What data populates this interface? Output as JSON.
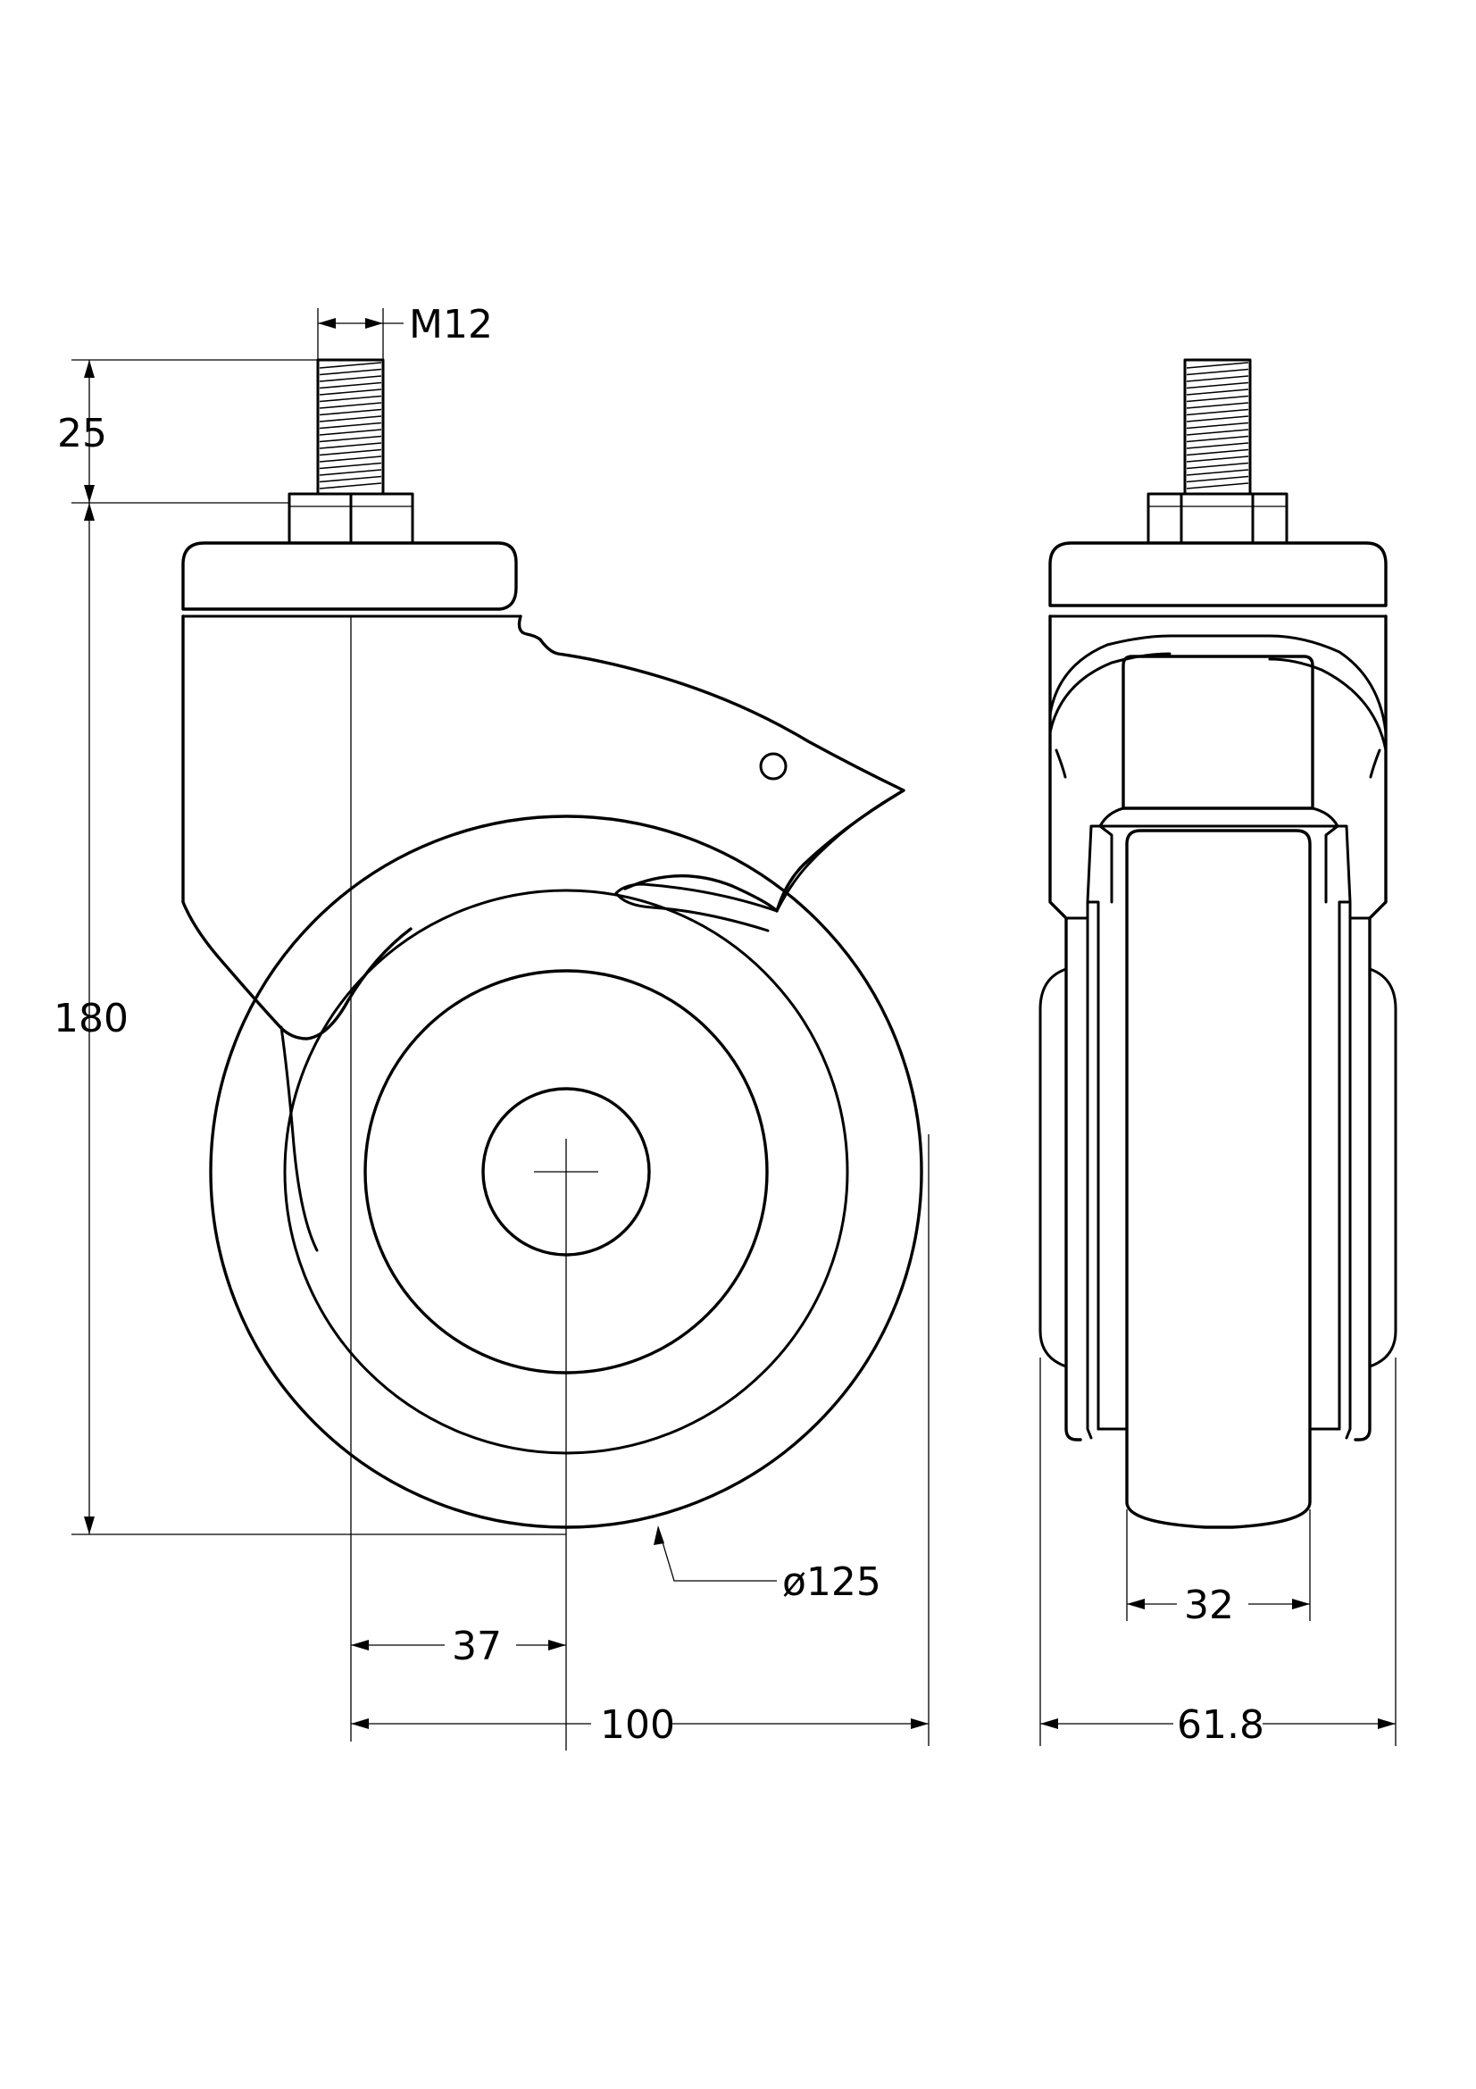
{
  "dimensions": {
    "thread": "M12",
    "stem_length": "25",
    "total_height": "180",
    "wheel_diameter": "ø125",
    "offset": "37",
    "overall_width": "100",
    "side_width": "61.8",
    "tread_width": "32"
  }
}
